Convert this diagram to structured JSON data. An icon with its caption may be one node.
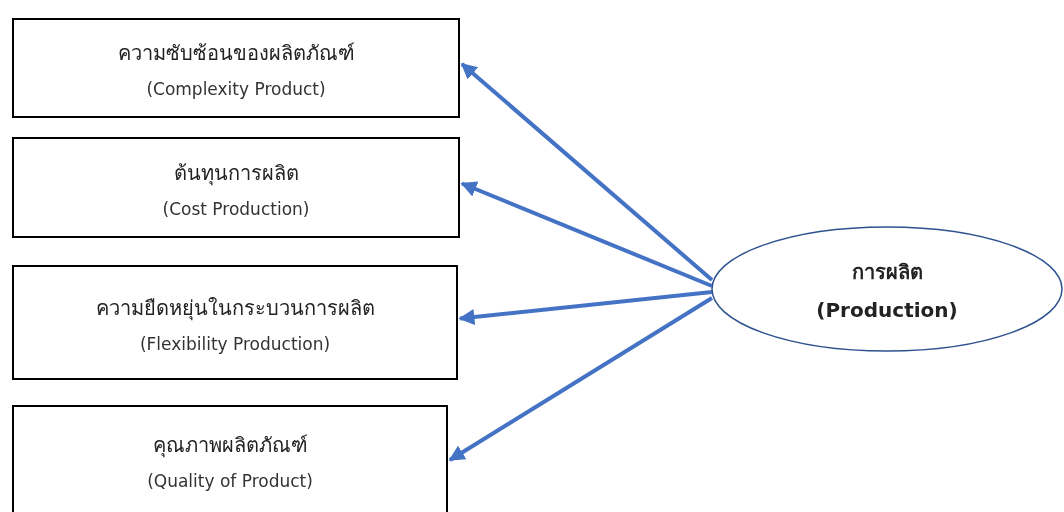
{
  "diagram": {
    "nodes": [
      {
        "text": [
          "ความซับซ้อนของผลิตภัณฑ์",
          "(Complexity Product)"
        ]
      },
      {
        "text": [
          "ต้นทุนการผลิต",
          "(Cost Production)"
        ]
      },
      {
        "text": [
          "ความยืดหยุ่นในกระบวนการผลิต",
          "(Flexibility Production)"
        ]
      },
      {
        "text": [
          "คุณภาพผลิตภัณฑ์",
          "(Quality of Product)"
        ]
      },
      {
        "text": [
          "การผลิต",
          "(Production)"
        ]
      }
    ],
    "edges": [
      {
        "from": 4,
        "to": 0,
        "arrow": "to"
      },
      {
        "from": 4,
        "to": 1,
        "arrow": "to"
      },
      {
        "from": 4,
        "to": 2,
        "arrow": "to"
      },
      {
        "from": 4,
        "to": 3,
        "arrow": "to"
      }
    ]
  }
}
